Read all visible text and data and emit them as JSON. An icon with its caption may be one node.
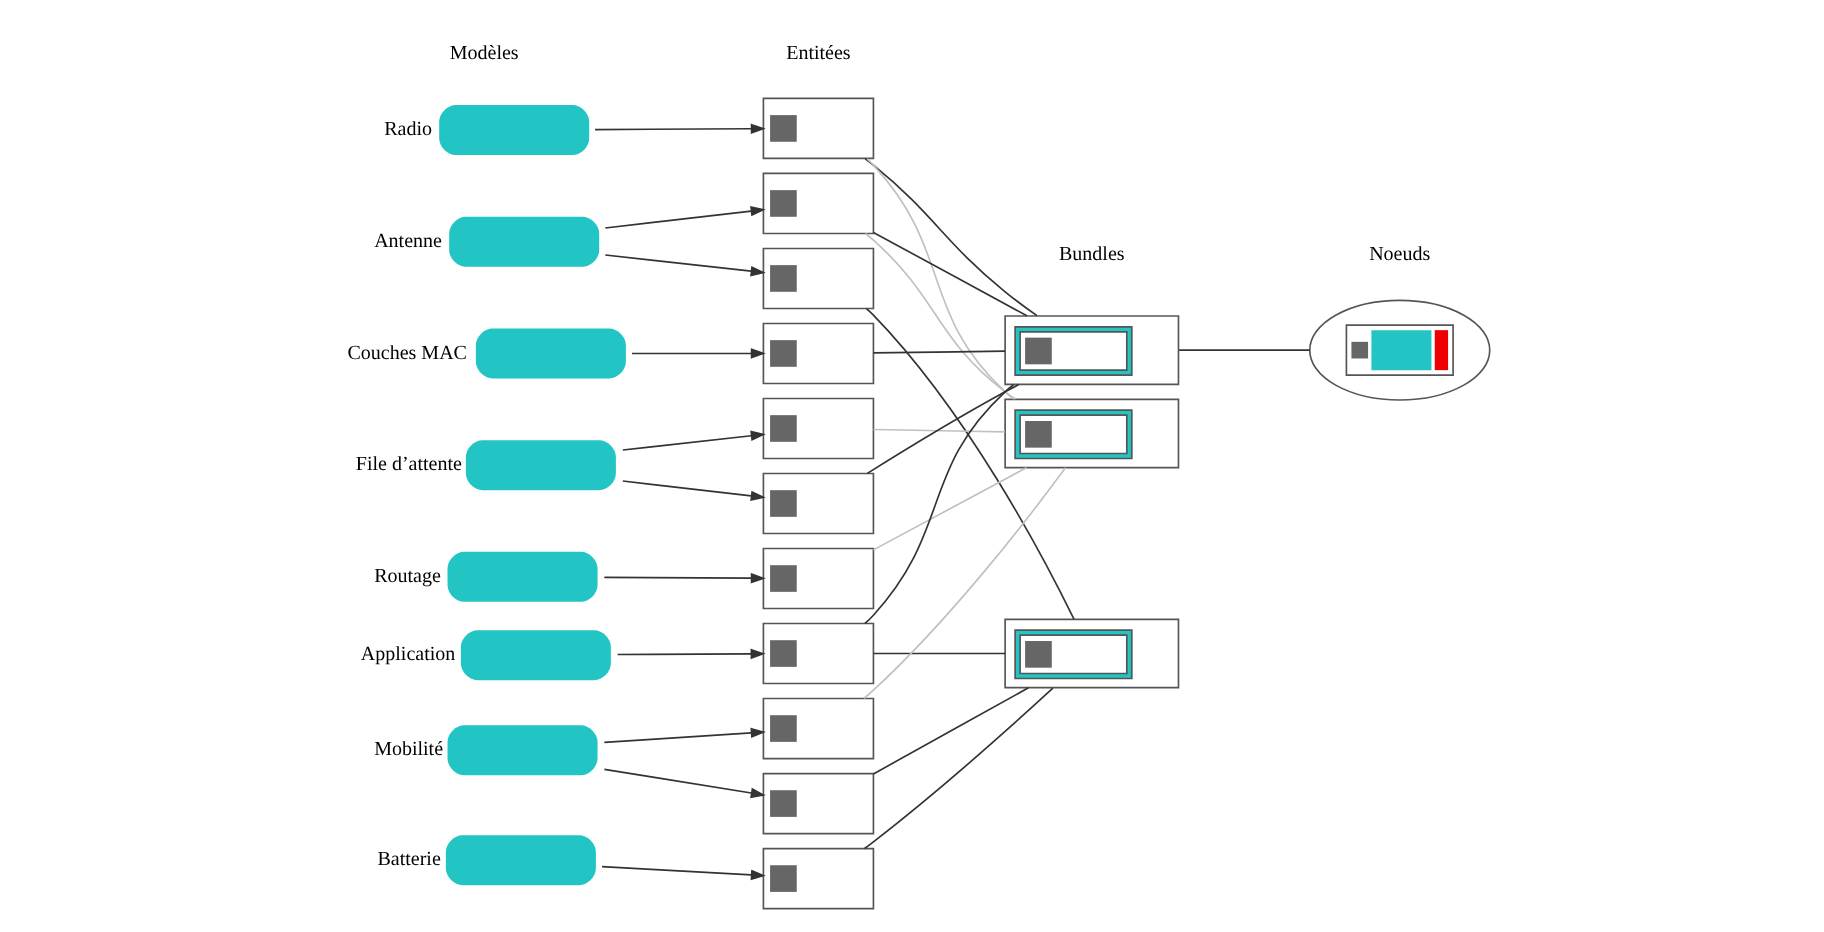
{
  "diagram": {
    "nodes": [
      {
        "text": [],
        "shape": "box",
        "beside": [
          "Radio"
        ]
      },
      {
        "text": [],
        "shape": "box",
        "beside": [
          "Antenne"
        ]
      },
      {
        "text": [],
        "shape": "box",
        "beside": [
          "Couches MAC"
        ]
      },
      {
        "text": [],
        "shape": "box",
        "beside": [
          "File d’attente"
        ]
      },
      {
        "text": [],
        "shape": "box",
        "beside": [
          "Routage"
        ]
      },
      {
        "text": [],
        "shape": "box",
        "beside": [
          "Application"
        ]
      },
      {
        "text": [],
        "shape": "box",
        "beside": [
          "Mobilité"
        ]
      },
      {
        "text": [],
        "shape": "box",
        "beside": [
          "Batterie"
        ]
      },
      {
        "text": [],
        "shape": "box"
      },
      {
        "text": [],
        "shape": "box"
      },
      {
        "text": [],
        "shape": "box"
      },
      {
        "text": [],
        "shape": "box"
      },
      {
        "text": [],
        "shape": "box"
      },
      {
        "text": [],
        "shape": "box"
      },
      {
        "text": [],
        "shape": "box"
      },
      {
        "text": [],
        "shape": "box"
      },
      {
        "text": [],
        "shape": "box"
      },
      {
        "text": [],
        "shape": "box"
      },
      {
        "text": [],
        "shape": "box"
      },
      {
        "text": [],
        "shape": "box"
      },
      {
        "text": [],
        "shape": "box"
      },
      {
        "text": [],
        "shape": "box"
      },
      {
        "text": [],
        "shape": "ellipse"
      }
    ],
    "edges": [
      {
        "from": 0,
        "to": 8,
        "arrow": "to"
      },
      {
        "from": 1,
        "to": 9,
        "arrow": "to"
      },
      {
        "from": 1,
        "to": 10,
        "arrow": "to"
      },
      {
        "from": 2,
        "to": 11,
        "arrow": "to"
      },
      {
        "from": 3,
        "to": 12,
        "arrow": "to"
      },
      {
        "from": 3,
        "to": 13,
        "arrow": "to"
      },
      {
        "from": 4,
        "to": 14,
        "arrow": "to"
      },
      {
        "from": 5,
        "to": 15,
        "arrow": "to"
      },
      {
        "from": 6,
        "to": 16,
        "arrow": "to"
      },
      {
        "from": 6,
        "to": 17,
        "arrow": "to"
      },
      {
        "from": 7,
        "to": 18,
        "arrow": "to"
      },
      {
        "from": 8,
        "to": 19,
        "arrow": "none"
      },
      {
        "from": 8,
        "to": 20,
        "arrow": "none",
        "color": "#c0c0c0"
      },
      {
        "from": 9,
        "to": 19,
        "arrow": "none"
      },
      {
        "from": 9,
        "to": 20,
        "arrow": "none",
        "color": "#c0c0c0"
      },
      {
        "from": 10,
        "to": 21,
        "arrow": "none"
      },
      {
        "from": 11,
        "to": 19,
        "arrow": "none"
      },
      {
        "from": 12,
        "to": 20,
        "arrow": "none",
        "color": "#c0c0c0"
      },
      {
        "from": 13,
        "to": 19,
        "arrow": "none"
      },
      {
        "from": 14,
        "to": 20,
        "arrow": "none",
        "color": "#c0c0c0"
      },
      {
        "from": 15,
        "to": 19,
        "arrow": "none"
      },
      {
        "from": 15,
        "to": 21,
        "arrow": "none"
      },
      {
        "from": 16,
        "to": 20,
        "arrow": "none",
        "color": "#c0c0c0"
      },
      {
        "from": 17,
        "to": 21,
        "arrow": "none"
      },
      {
        "from": 18,
        "to": 21,
        "arrow": "none"
      },
      {
        "from": 19,
        "to": 22,
        "arrow": "none"
      }
    ],
    "labels": [
      "Modèles",
      "Entitées",
      "Bundles",
      "Noeuds"
    ]
  }
}
